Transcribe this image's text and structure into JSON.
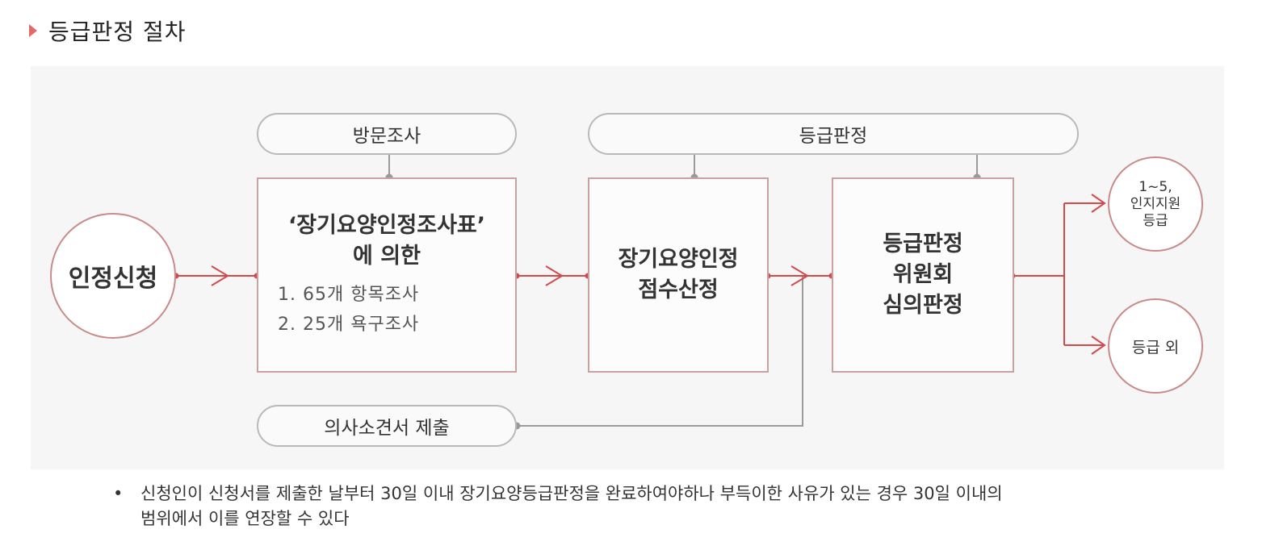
{
  "heading": {
    "title": "등급판정 절차"
  },
  "diagram": {
    "application_circle": "인정신청",
    "visit_survey_label": "방문조사",
    "grade_decision_label": "등급판정",
    "survey_box": {
      "line1": "‘장기요양인정조사표’",
      "line2": "에 의한",
      "item1": "1. 65개 항목조사",
      "item2": "2. 25개 욕구조사"
    },
    "score_box": {
      "line1": "장기요양인정",
      "line2": "점수산정"
    },
    "committee_box": {
      "line1": "등급판정",
      "line2": "위원회",
      "line3": "심의판정"
    },
    "doctor_opinion_label": "의사소견서 제출",
    "outcome_grades": {
      "line1": "1~5,",
      "line2": "인지지원",
      "line3": "등급"
    },
    "outcome_other": "등급 외"
  },
  "note": {
    "bullet": "•",
    "text_line1": "신청인이 신청서를 제출한 날부터 30일 이내 장기요양등급판정을 완료하여야하나 부득이한 사유가 있는 경우 30일 이내의",
    "text_line2": "범위에서 이를 연장할 수 있다"
  },
  "colors": {
    "accent": "#d24a4a",
    "connector": "#9a9a9a",
    "box_border": "#c9a1a1"
  }
}
